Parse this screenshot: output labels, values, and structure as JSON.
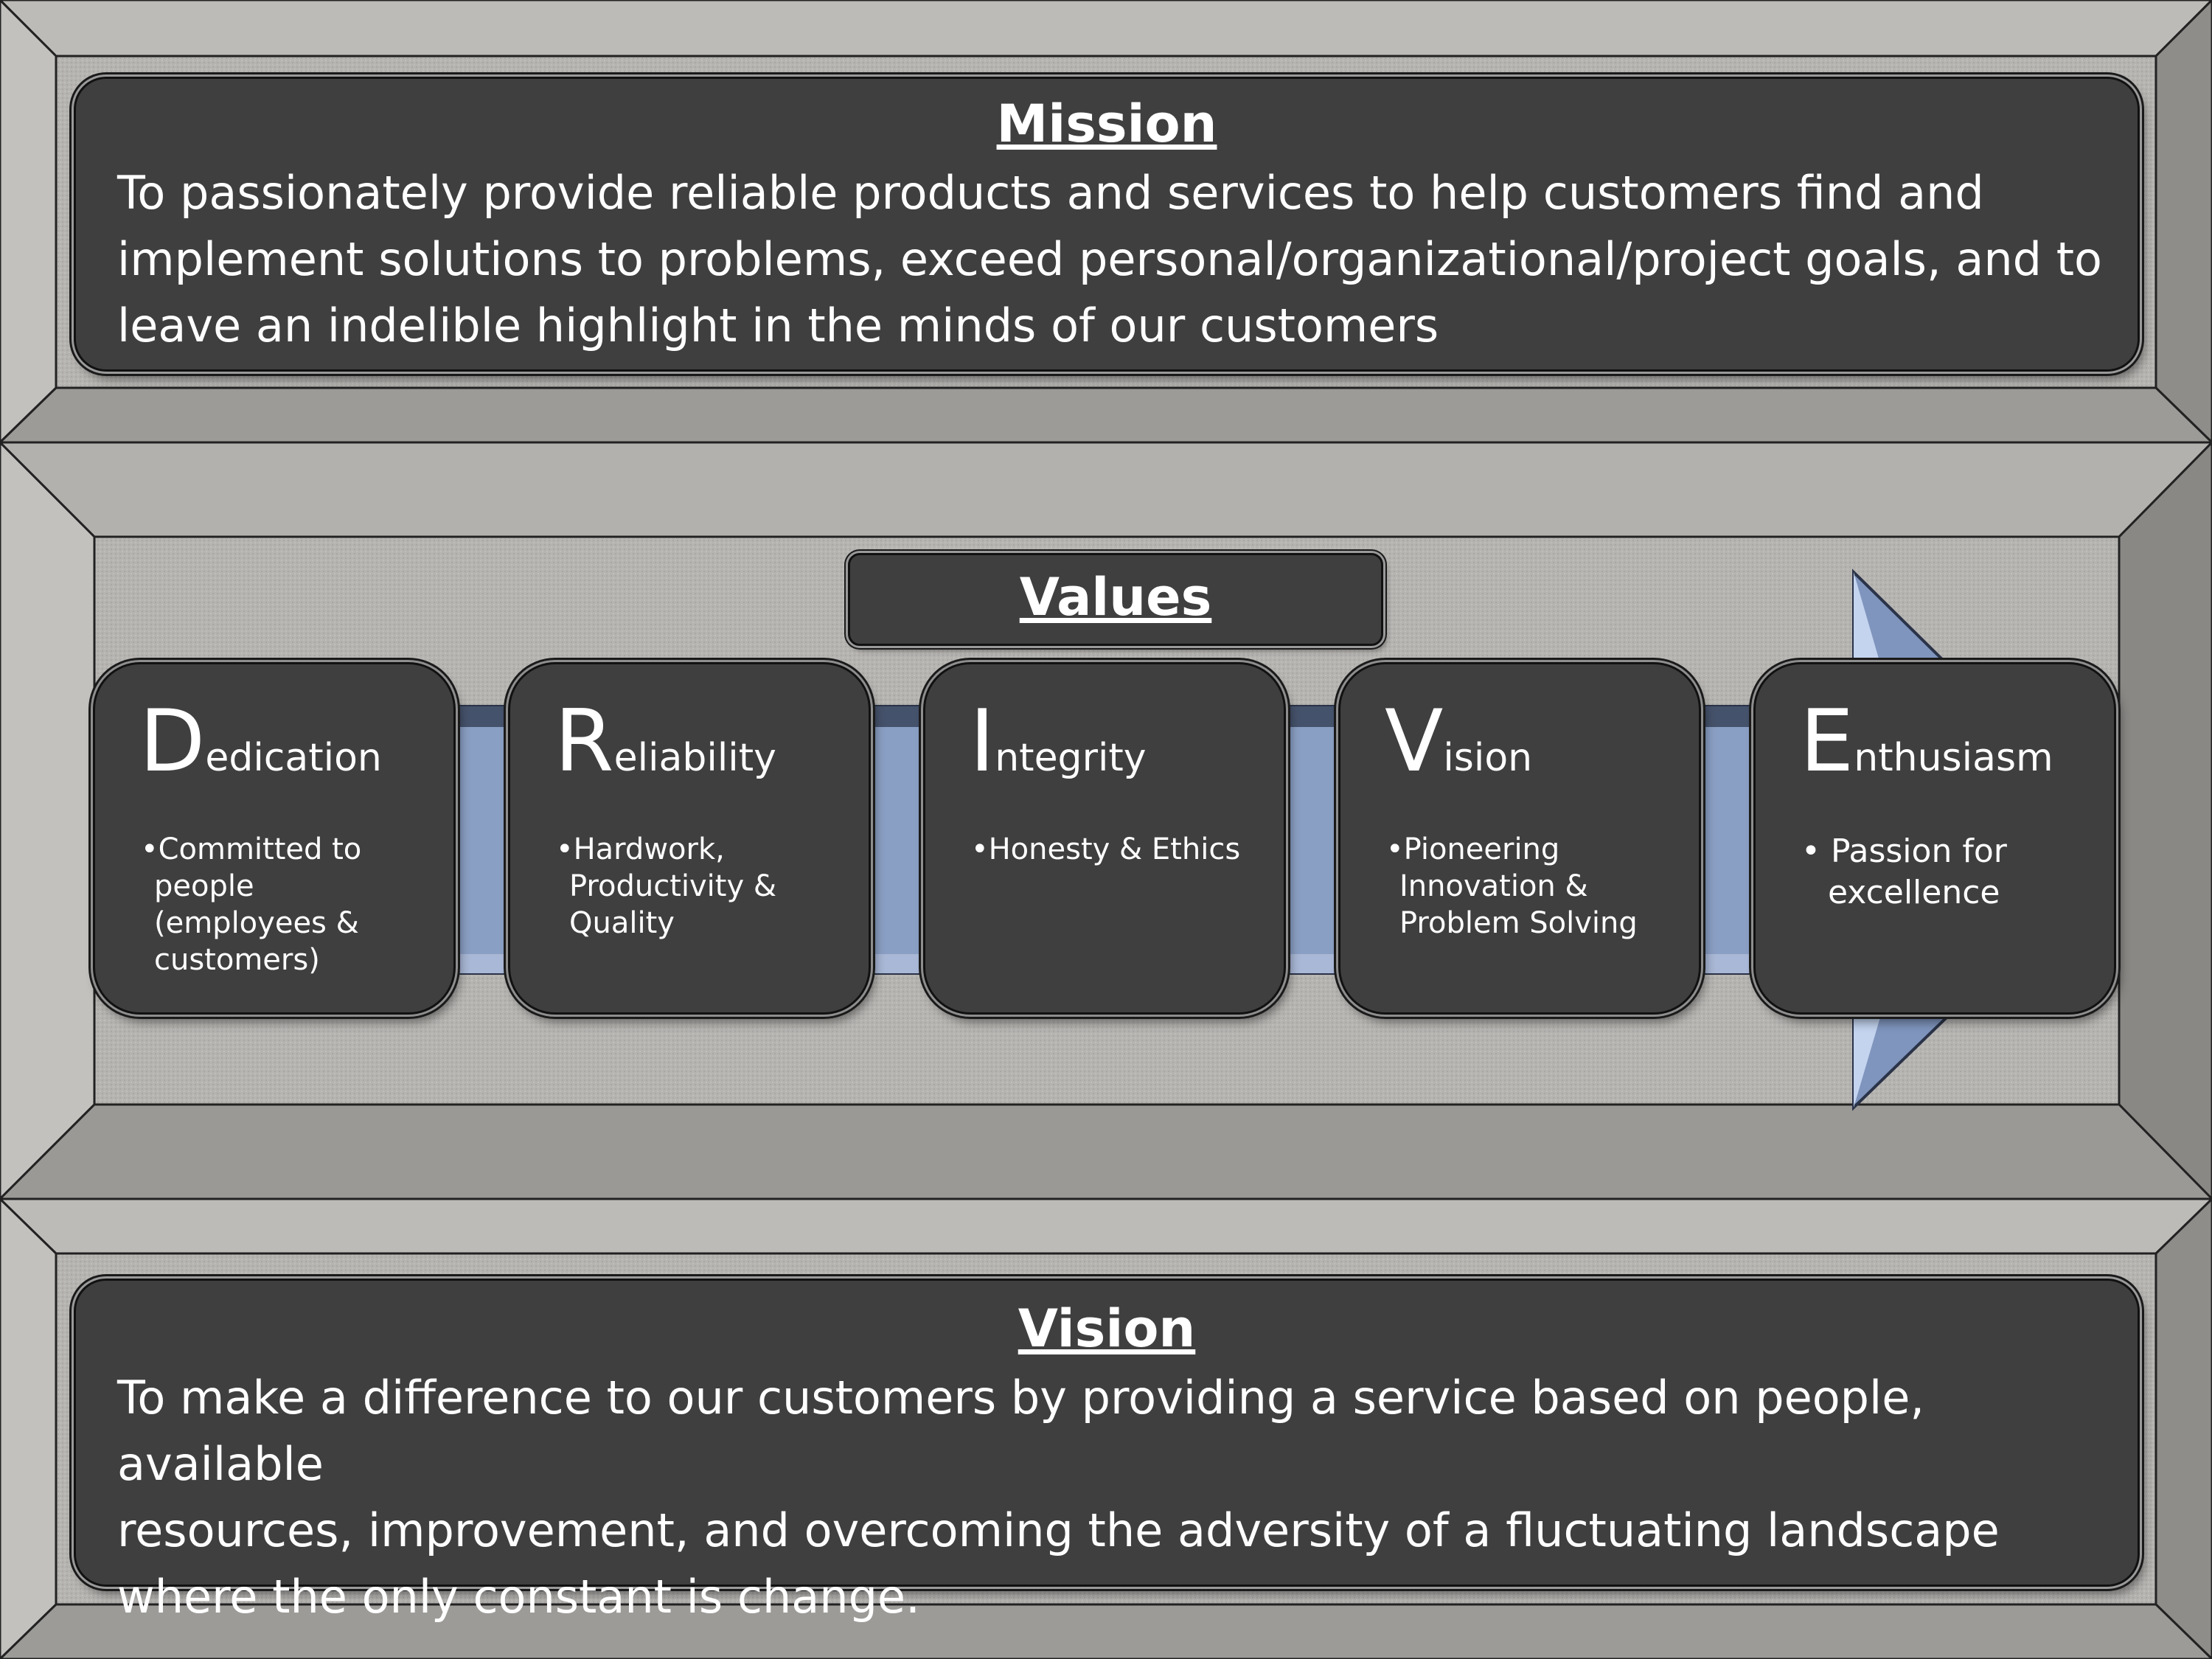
{
  "mission": {
    "heading": "Mission",
    "lines": [
      "To passionately provide reliable products and services to help customers find and",
      "implement solutions to problems, exceed personal/organizational/project goals, and to",
      "leave an indelible highlight in the minds of our customers"
    ]
  },
  "values": {
    "heading": "Values",
    "items": [
      {
        "initial": "D",
        "rest": "edication",
        "bullet_lines": [
          "•Committed to",
          "people",
          "(employees &",
          "customers)"
        ]
      },
      {
        "initial": "R",
        "rest": "eliability",
        "bullet_lines": [
          "•Hardwork,",
          "Productivity &",
          "Quality"
        ]
      },
      {
        "initial": "I",
        "rest": "ntegrity",
        "bullet_lines": [
          "•Honesty & Ethics"
        ]
      },
      {
        "initial": "V",
        "rest": "ision",
        "bullet_lines": [
          "•Pioneering",
          "Innovation &",
          "Problem Solving"
        ]
      },
      {
        "initial": "E",
        "rest": "nthusiasm",
        "bullet_lines": [
          "•  Passion for",
          "excellence"
        ]
      }
    ]
  },
  "vision": {
    "heading": "Vision",
    "lines": [
      "To make a difference to our customers by providing a service based on people, available",
      "resources, improvement, and overcoming the adversity of a fluctuating landscape",
      "where the only constant is change."
    ]
  },
  "colors": {
    "background": "#b3b1ae",
    "card": "#3f3f3f",
    "arrow": "#8a9fc4",
    "text": "#ffffff"
  }
}
